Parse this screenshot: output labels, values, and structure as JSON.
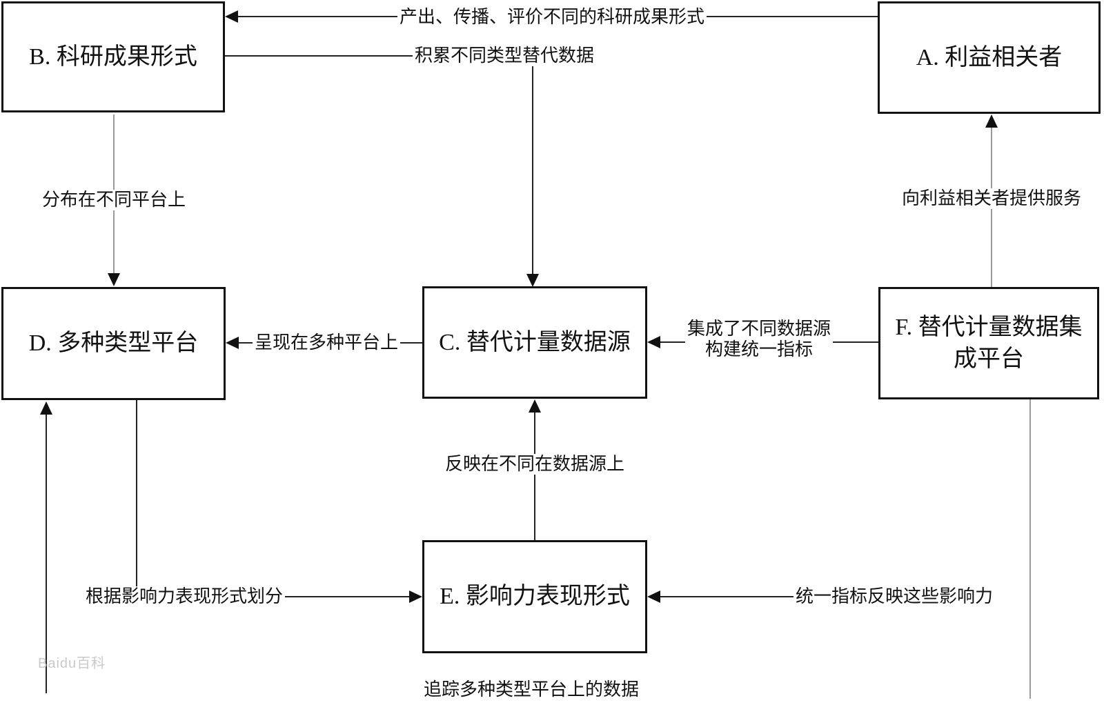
{
  "diagram": {
    "title_hint": "Altmetrics stakeholders relationship diagram",
    "nodes": {
      "A": {
        "id": "A",
        "label": "A. 利益相关者"
      },
      "B": {
        "id": "B",
        "label": "B. 科研成果形式"
      },
      "C": {
        "id": "C",
        "label": "C. 替代计量数据源"
      },
      "D": {
        "id": "D",
        "label": "D. 多种类型平台"
      },
      "E": {
        "id": "E",
        "label": "E. 影响力表现形式"
      },
      "F": {
        "id": "F",
        "label": "F. 替代计量数据集成平台"
      }
    },
    "edges": {
      "a_to_b": {
        "from": "A",
        "to": "B",
        "label": "产出、传播、评价不同的科研成果形式"
      },
      "b_to_c": {
        "from": "B",
        "to": "C",
        "label": "积累不同类型替代数据"
      },
      "b_to_d": {
        "from": "B",
        "to": "D",
        "label": "分布在不同平台上"
      },
      "f_to_a": {
        "from": "F",
        "to": "A",
        "label": "向利益相关者提供服务"
      },
      "f_to_c": {
        "from": "F",
        "to": "C",
        "label_line1": "集成了不同数据源",
        "label_line2": "构建统一指标"
      },
      "c_to_d": {
        "from": "C",
        "to": "D",
        "label": "呈现在多种平台上"
      },
      "e_to_c": {
        "from": "E",
        "to": "C",
        "label": "反映在不同在数据源上"
      },
      "d_to_e": {
        "from": "D",
        "to": "E",
        "label": "根据影响力表现形式划分"
      },
      "into_e_right": {
        "to": "E",
        "label": "统一指标反映这些影响力"
      },
      "f_to_d_bottom": {
        "from": "F",
        "to": "D",
        "label": "追踪多种类型平台上的数据"
      }
    },
    "colors": {
      "line_dark": "#222222",
      "line_gray": "#9b9b9b",
      "border": "#111111",
      "background": "#ffffff"
    },
    "watermark": "Baidu百科"
  }
}
